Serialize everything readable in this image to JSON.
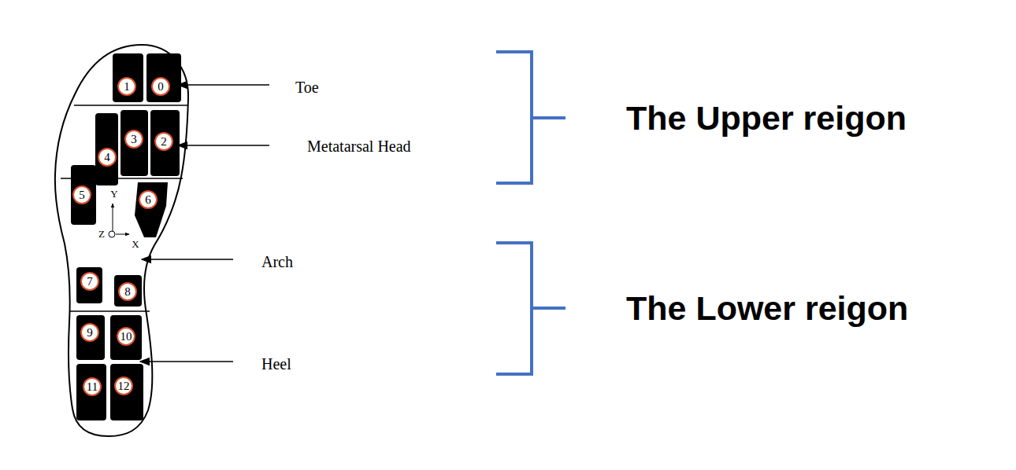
{
  "diagram": {
    "nodes": [
      {
        "text": [
          "1"
        ]
      },
      {
        "text": [
          "0"
        ]
      },
      {
        "text": [
          "3"
        ]
      },
      {
        "text": [
          "2"
        ]
      },
      {
        "text": [
          "4"
        ]
      },
      {
        "text": [
          "5"
        ]
      },
      {
        "text": [
          "6"
        ]
      },
      {
        "text": [
          "7"
        ]
      },
      {
        "text": [
          "8"
        ]
      },
      {
        "text": [
          "9"
        ]
      },
      {
        "text": [
          "10"
        ]
      },
      {
        "text": [
          "11"
        ]
      },
      {
        "text": [
          "12"
        ]
      }
    ],
    "labels": [
      "Toe",
      "Metatarsal Head",
      "Arch",
      "Heel",
      "Y",
      "Z",
      "X",
      "The Upper reigon",
      "The Lower reigon"
    ]
  }
}
